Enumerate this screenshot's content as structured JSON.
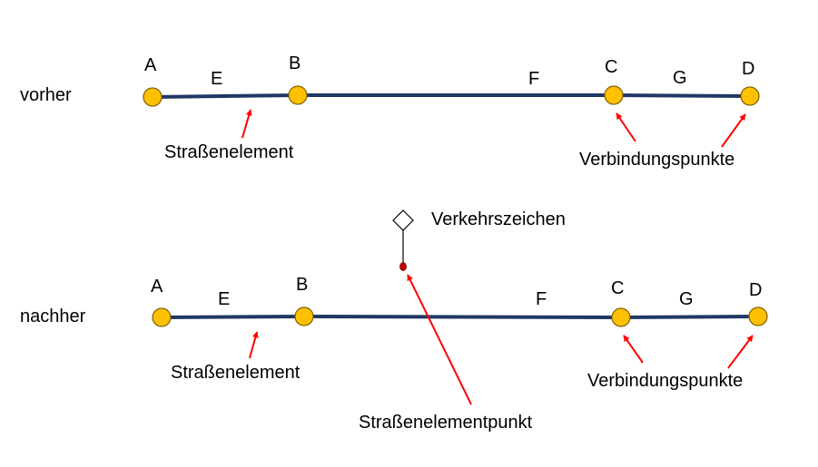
{
  "colors": {
    "line": "#1f3864",
    "node_fill": "#ffc000",
    "node_stroke": "#7f6000",
    "arrow": "#ff0000",
    "point_fill": "#c00000",
    "sign_stroke": "#000000"
  },
  "before": {
    "row_label": "vorher",
    "nodes": {
      "a": "A",
      "b": "B",
      "c": "C",
      "d": "D"
    },
    "edges": {
      "e": "E",
      "f": "F",
      "g": "G"
    },
    "element_label": "Straßenelement",
    "junction_label": "Verbindungspunkte"
  },
  "after": {
    "row_label": "nachher",
    "nodes": {
      "a": "A",
      "b": "B",
      "c": "C",
      "d": "D"
    },
    "edges": {
      "e": "E",
      "f": "F",
      "g": "G"
    },
    "element_label": "Straßenelement",
    "junction_label": "Verbindungspunkte",
    "sign_label": "Verkehrszeichen",
    "element_point_label": "Straßenelementpunkt",
    "sign_icon": "diamond-icon"
  }
}
